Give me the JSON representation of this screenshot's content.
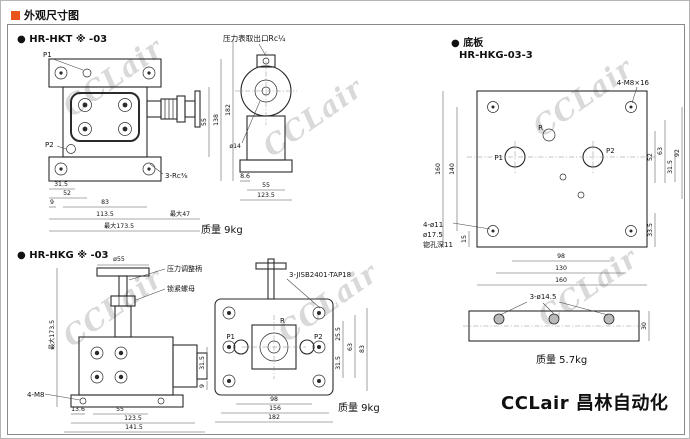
{
  "page": {
    "title": "外观尺寸图",
    "logo": "CCLair 昌林自动化",
    "watermark": "CCLair"
  },
  "hkt": {
    "title": "● HR-HKT ※ -03",
    "mass": "质量 9kg",
    "gauge_port": "压力表取出口Rc¼",
    "p1": "P1",
    "p2": "P2",
    "rc_ports": "3-Rc⅜",
    "dims": {
      "d31_5": "31.5",
      "d52": "52",
      "d9": "9",
      "d83": "83",
      "d113_5": "113.5",
      "max47": "最大47",
      "max173_5": "最大173.5",
      "h55": "55",
      "h138": "138",
      "h182": "182",
      "phi14": "ø14",
      "d8_6": "8.6",
      "s55": "55",
      "d123_5": "123.5"
    }
  },
  "plate": {
    "title": "● 底板",
    "model": "HR-HKG-03-3",
    "mass": "质量 5.7kg",
    "bolts": "4-M8×16",
    "hole_callout_1": "4-ø11",
    "hole_callout_2": "ø17.5",
    "hole_callout_3": "锪孔深11",
    "strip_holes": "3-ø14.5",
    "p1": "P1",
    "p2": "P2",
    "r": "R",
    "dims": {
      "l160": "160",
      "l140": "140",
      "l15": "15",
      "r52": "52",
      "r63": "63",
      "r31_5": "31.5",
      "r92": "92",
      "r33_5": "33.5",
      "b98": "98",
      "b130": "130",
      "b160": "160",
      "strip30": "30"
    }
  },
  "hkg": {
    "title": "● HR-HKG ※ -03",
    "mass": "质量 9kg",
    "phi55": "ø55",
    "handle": "压力调整柄",
    "locknut": "锁紧螺母",
    "max_h": "最大173.5",
    "bolts": "4-M8",
    "tap": "3-JISB2401-TAP18",
    "p1": "P1",
    "p2": "P2",
    "r": "R",
    "dims": {
      "b13_6": "13.6",
      "b55": "55",
      "b123_5": "123.5",
      "b141_5": "141.5",
      "r25_5": "25.5",
      "r31_5": "31.5",
      "r63": "63",
      "r83": "83",
      "l31_5": "31.5",
      "l9": "9",
      "g98": "98",
      "g156": "156",
      "g182": "182"
    }
  }
}
